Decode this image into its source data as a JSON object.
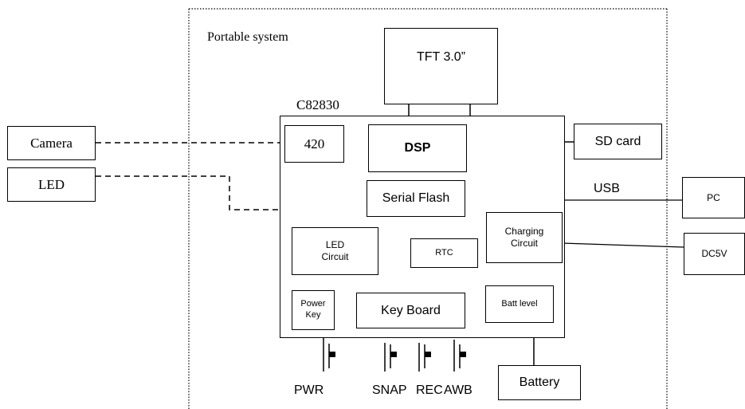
{
  "diagram": {
    "system_label": "Portable system",
    "chip_label": "C82830",
    "nodes": {
      "tft": "TFT 3.0”",
      "camera": "Camera",
      "led": "LED",
      "sensor_420": "420",
      "dsp": "DSP",
      "serial_flash": "Serial Flash",
      "sd_card": "SD card",
      "pc": "PC",
      "dc5v": "DC5V",
      "led_circuit": "LED\nCircuit",
      "rtc": "RTC",
      "charging_circuit": "Charging\nCircuit",
      "power_key": "Power\nKey",
      "key_board": "Key Board",
      "batt_level": "Batt level",
      "battery": "Battery"
    },
    "link_labels": {
      "usb": "USB"
    },
    "buttons": {
      "pwr": "PWR",
      "snap": "SNAP",
      "rec": "REC",
      "awb": "AWB"
    }
  }
}
